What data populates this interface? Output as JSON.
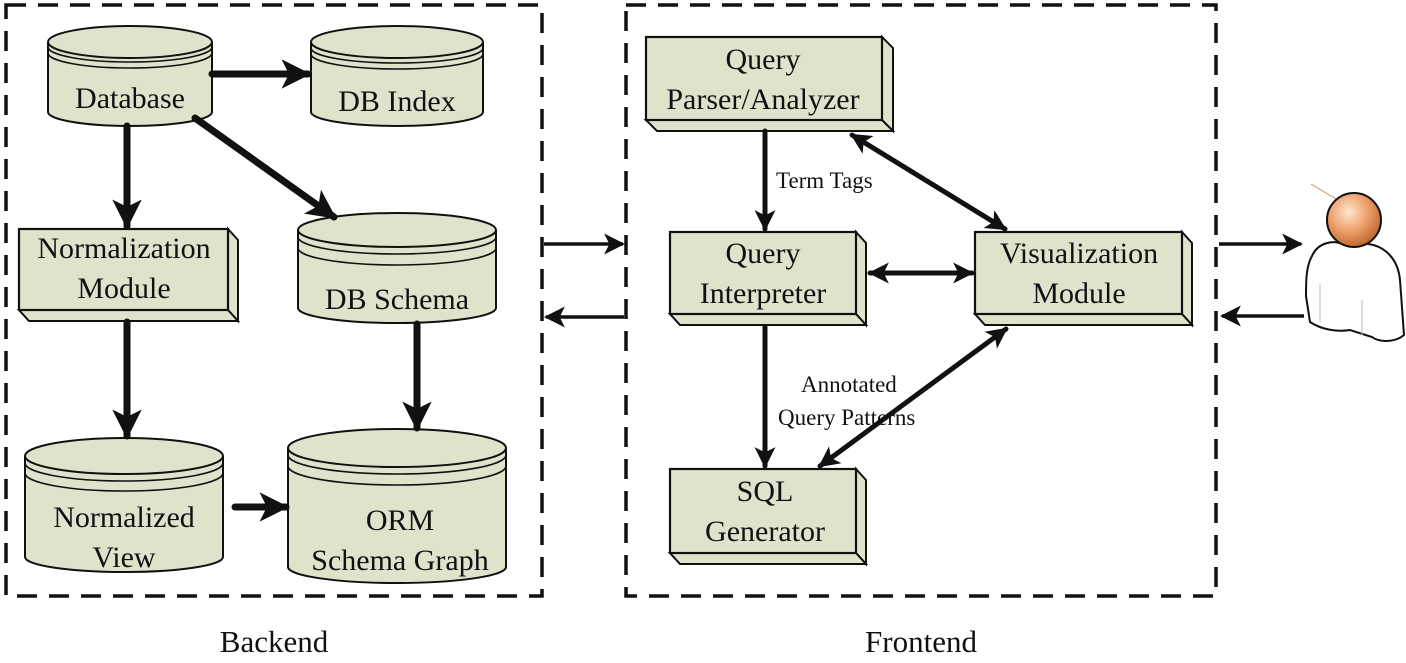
{
  "diagram": {
    "colors": {
      "node_fill": "#dfe3cc",
      "node_side": "#dfe3cc",
      "stroke": "#111111",
      "user_head": "#e8955a",
      "user_body": "#ffffff"
    },
    "groups": {
      "backend": {
        "caption": "Backend"
      },
      "frontend": {
        "caption": "Frontend"
      }
    },
    "backend_nodes": {
      "database": {
        "shape": "cylinder",
        "lines": [
          "Database"
        ]
      },
      "db_index": {
        "shape": "cylinder",
        "lines": [
          "DB Index"
        ]
      },
      "normalization_module": {
        "shape": "box3d",
        "lines": [
          "Normalization",
          "Module"
        ]
      },
      "db_schema": {
        "shape": "cylinder",
        "lines": [
          "DB Schema"
        ]
      },
      "normalized_view": {
        "shape": "cylinder",
        "lines": [
          "Normalized",
          "View"
        ]
      },
      "orm_schema_graph": {
        "shape": "cylinder",
        "lines": [
          "ORM",
          "Schema Graph"
        ]
      }
    },
    "frontend_nodes": {
      "query_parser": {
        "shape": "box3d",
        "lines": [
          "Query",
          "Parser/Analyzer"
        ]
      },
      "query_interpreter": {
        "shape": "box3d",
        "lines": [
          "Query",
          "Interpreter"
        ]
      },
      "visualization_module": {
        "shape": "box3d",
        "lines": [
          "Visualization",
          "Module"
        ]
      },
      "sql_generator": {
        "shape": "box3d",
        "lines": [
          "SQL",
          "Generator"
        ]
      }
    },
    "edge_labels": {
      "term_tags": "Term Tags",
      "annotated_1": "Annotated",
      "annotated_2": "Query Patterns"
    },
    "edges": [
      {
        "from": "Database",
        "to": "DB Index",
        "direction": "forward"
      },
      {
        "from": "Database",
        "to": "Normalization Module",
        "direction": "forward"
      },
      {
        "from": "Database",
        "to": "DB Schema",
        "direction": "forward"
      },
      {
        "from": "Normalization Module",
        "to": "Normalized View",
        "direction": "forward"
      },
      {
        "from": "DB Schema",
        "to": "ORM Schema Graph",
        "direction": "forward"
      },
      {
        "from": "Normalized View",
        "to": "ORM Schema Graph",
        "direction": "forward"
      },
      {
        "from": "Backend",
        "to": "Frontend",
        "direction": "forward"
      },
      {
        "from": "Frontend",
        "to": "Backend",
        "direction": "forward"
      },
      {
        "from": "Query Parser/Analyzer",
        "to": "Query Interpreter",
        "direction": "forward",
        "label": "Term Tags"
      },
      {
        "from": "Query Parser/Analyzer",
        "to": "Visualization Module",
        "direction": "both"
      },
      {
        "from": "Query Interpreter",
        "to": "Visualization Module",
        "direction": "both"
      },
      {
        "from": "Query Interpreter",
        "to": "SQL Generator",
        "direction": "forward",
        "label": "Annotated Query Patterns"
      },
      {
        "from": "Visualization Module",
        "to": "SQL Generator",
        "direction": "both"
      },
      {
        "from": "Frontend",
        "to": "User",
        "direction": "forward"
      },
      {
        "from": "User",
        "to": "Frontend",
        "direction": "forward"
      }
    ],
    "user": {
      "icon": "user-icon"
    }
  }
}
